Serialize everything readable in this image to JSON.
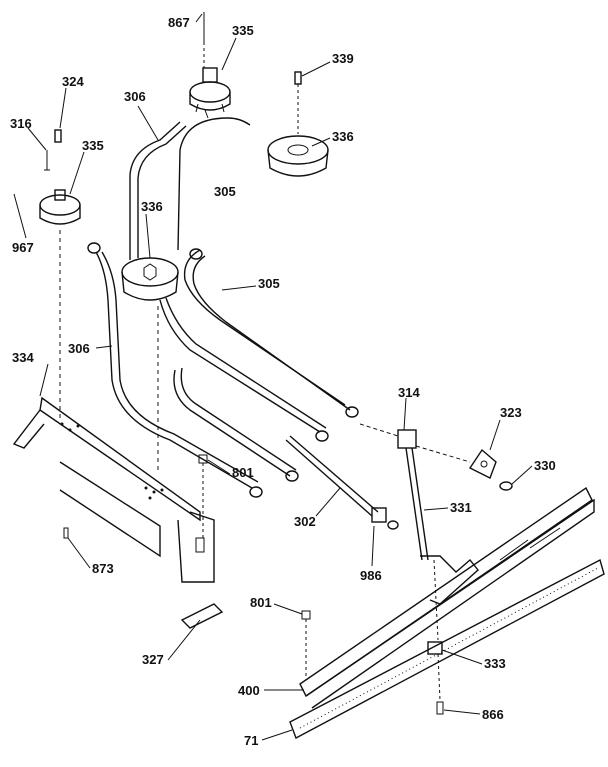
{
  "labels": {
    "l867": "867",
    "l335a": "335",
    "l339": "339",
    "l324": "324",
    "l306a": "306",
    "l336a": "336",
    "l316": "316",
    "l335b": "335",
    "l305a": "305",
    "l336b": "336",
    "l967": "967",
    "l305b": "305",
    "l334": "334",
    "l306b": "306",
    "l314": "314",
    "l323": "323",
    "l330": "330",
    "l801a": "801",
    "l331": "331",
    "l302": "302",
    "l986": "986",
    "l873": "873",
    "l801b": "801",
    "l333": "333",
    "l327": "327",
    "l400": "400",
    "l866": "866",
    "l71": "71"
  }
}
